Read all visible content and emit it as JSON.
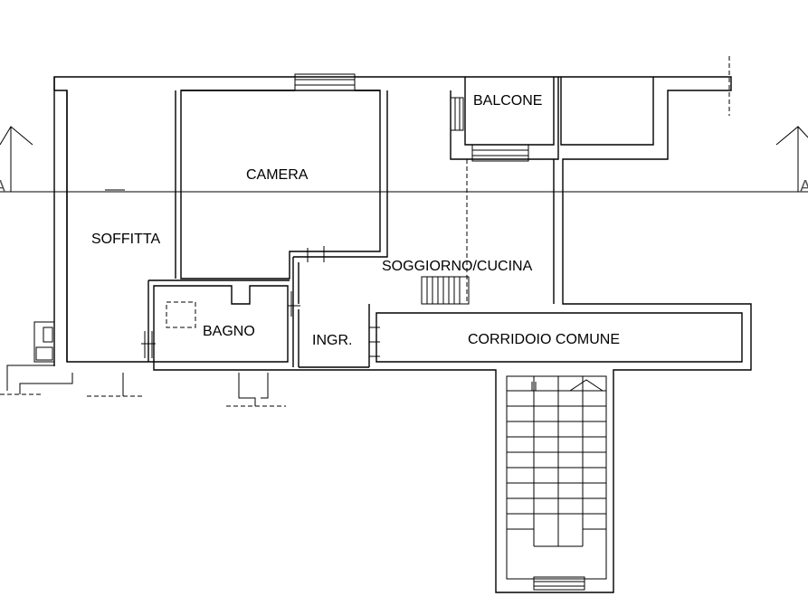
{
  "rooms": {
    "soffitta": "SOFFITTA",
    "camera": "CAMERA",
    "balcone": "BALCONE",
    "soggiorno": "SOGGIORNO/CUCINA",
    "bagno": "BAGNO",
    "ingresso": "INGR.",
    "corridoio": "CORRIDOIO COMUNE"
  },
  "section": {
    "left_marker": "A",
    "right_marker": "A"
  }
}
